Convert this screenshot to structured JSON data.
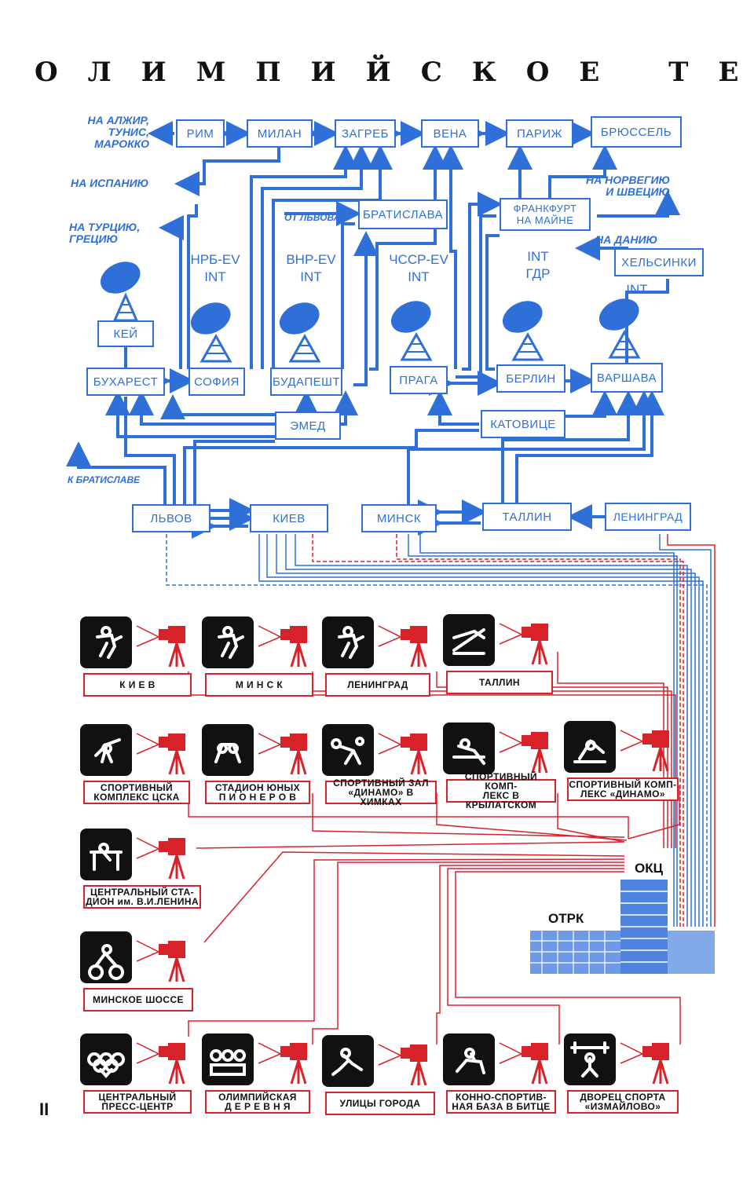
{
  "title": "ОЛИМПИЙСКОЕ ТЕ",
  "page_number": "II",
  "colors": {
    "network": "#2f6fd8",
    "venue": "#d8222a",
    "picto": "#111111"
  },
  "nodes": {
    "rim": "РИМ",
    "milan": "МИЛАН",
    "zagreb": "ЗАГРЕБ",
    "vena": "ВЕНА",
    "parizh": "ПАРИЖ",
    "bryussel": "БРЮССЕЛЬ",
    "bratislava": "БРАТИСЛАВА",
    "frankfurt": "ФРАНКФУРТ\nНА МАЙНЕ",
    "helsinki": "ХЕЛЬСИНКИ",
    "kei": "КЕЙ",
    "bukharest": "БУХАРЕСТ",
    "sofia": "СОФИЯ",
    "budapesht": "БУДАПЕШТ",
    "praga": "ПРАГА",
    "berlin": "БЕРЛИН",
    "varshava": "ВАРШАВА",
    "emed": "ЭМЕД",
    "katovitse": "КАТОВИЦЕ",
    "lvov": "ЛЬВОВ",
    "kiev": "КИЕВ",
    "minsk": "МИНСК",
    "tallin": "ТАЛЛИН",
    "leningrad": "ЛЕНИНГРАД"
  },
  "routes": {
    "alzhir": "НА АЛЖИР,\nТУНИС,\nМАРОККО",
    "ispaniya": "НА ИСПАНИЮ",
    "turtsiya": "НА ТУРЦИЮ,\nГРЕЦИЮ",
    "otlvova": "ОТ ЛЬВОВА",
    "norvegiya": "НА НОРВЕГИЮ\nИ ШВЕЦИЮ",
    "daniya": "НА ДАНИЮ",
    "k_bratislave": "К БРАТИСЛАВЕ"
  },
  "intervision": {
    "nrb": "НРБ-EV\nINT",
    "vnr": "ВНР-EV\nINT",
    "chssr": "ЧССР-EV\nINT",
    "gdr": "INT\nГДР",
    "int": "INT"
  },
  "venues": [
    {
      "caption": "К И Е В",
      "icon": "football-icon"
    },
    {
      "caption": "М И Н С К",
      "icon": "football-icon"
    },
    {
      "caption": "ЛЕНИНГРАД",
      "icon": "football-icon"
    },
    {
      "caption": "ТАЛЛИН",
      "icon": "sailing-icon"
    },
    {
      "caption": "СПОРТИВНЫЙ\nКОМПЛЕКС ЦСКА",
      "icon": "fencing-icon"
    },
    {
      "caption": "СТАДИОН ЮНЫХ\nП И О Н Е Р О В",
      "icon": "wrestling-icon"
    },
    {
      "caption": "СПОРТИВНЫЙ ЗАЛ\n«ДИНАМО» В ХИМКАХ",
      "icon": "handball-icon"
    },
    {
      "caption": "СПОРТИВНЫЙ КОМП-\nЛЕКС В КРЫЛАТСКОМ",
      "icon": "rowing-icon"
    },
    {
      "caption": "СПОРТИВНЫЙ КОМП-\nЛЕКС «ДИНАМО»",
      "icon": "shooting-icon"
    },
    {
      "caption": "ЦЕНТРАЛЬНЫЙ СТА-\nДИОН им. В.И.ЛЕНИНА",
      "icon": "hurdles-icon"
    },
    {
      "caption": "МИНСКОЕ ШОССЕ",
      "icon": "cycling-icon"
    },
    {
      "caption": "ЦЕНТРАЛЬНЫЙ\nПРЕСС-ЦЕНТР",
      "icon": "olympic-rings-icon"
    },
    {
      "caption": "ОЛИМПИЙСКАЯ\nД Е Р Е В Н Я",
      "icon": "olympic-village-icon"
    },
    {
      "caption": "УЛИЦЫ ГОРОДА",
      "icon": "marathon-icon"
    },
    {
      "caption": "КОННО-СПОРТИВ-\nНАЯ БАЗА В БИТЦЕ",
      "icon": "equestrian-icon"
    },
    {
      "caption": "ДВОРЕЦ СПОРТА\n«ИЗМАЙЛОВО»",
      "icon": "weightlifting-icon"
    }
  ],
  "centers": {
    "okc": "ОКЦ",
    "otrk": "ОТРК"
  }
}
